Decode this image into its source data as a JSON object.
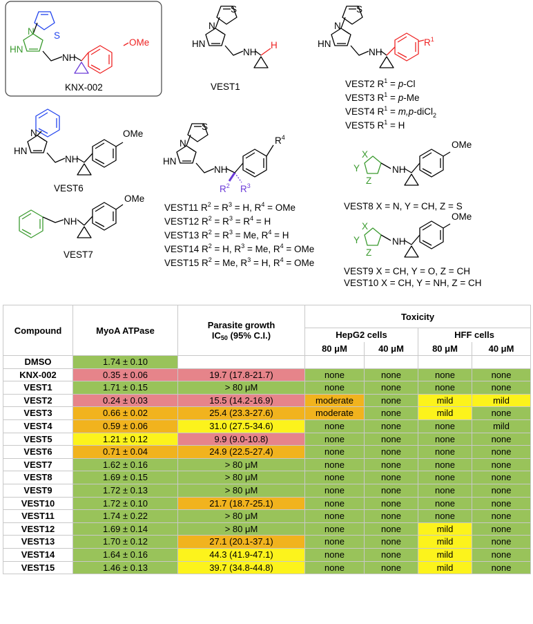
{
  "scheme": {
    "knx002": {
      "label": "KNX-002",
      "ome": "OMe",
      "hn": "HN",
      "n": "N",
      "nh": "NH",
      "s": "S"
    },
    "vest1": {
      "label": "VEST1",
      "hn": "HN",
      "n": "N",
      "nh": "NH",
      "h": "H",
      "s": "S"
    },
    "vest2_5": {
      "hn": "HN",
      "n": "N",
      "nh": "NH",
      "s": "S",
      "r_main": "R",
      "r_sup": "1",
      "lines": [
        {
          "a": "VEST2 R",
          "b": "1",
          "c": " = ",
          "d": "p",
          "e": "-Cl"
        },
        {
          "a": "VEST3 R",
          "b": "1",
          "c": " = ",
          "d": "p",
          "e": "-Me"
        },
        {
          "a": "VEST4 R",
          "b": "1",
          "c": " = ",
          "d": "m,p",
          "e": "-diCl"
        },
        {
          "a": "VEST5 R",
          "b": "1",
          "c": " = H",
          "d": "",
          "e": ""
        }
      ],
      "sub2": "2"
    },
    "vest6": {
      "label": "VEST6",
      "ome": "OMe",
      "hn": "HN",
      "n": "N",
      "nh": "NH"
    },
    "vest7": {
      "label": "VEST7",
      "ome": "OMe",
      "nh": "NH"
    },
    "vest11_15": {
      "hn": "HN",
      "n": "N",
      "nh": "NH",
      "s": "S",
      "r4": "R",
      "r4_sup": "4",
      "r2": "R",
      "r2_sup": "2",
      "r3": "R",
      "r3_sup": "3",
      "lines": [
        [
          "VEST11 R",
          "2",
          " = R",
          "3",
          " = H, R",
          "4",
          " = OMe"
        ],
        [
          "VEST12 R",
          "2",
          " = R",
          "3",
          " = R",
          "4",
          " = H"
        ],
        [
          "VEST13 R",
          "2",
          " = R",
          "3",
          " = Me, R",
          "4",
          " = H"
        ],
        [
          "VEST14 R",
          "2",
          " = H, R",
          "3",
          " = Me, R",
          "4",
          " = OMe"
        ],
        [
          "VEST15 R",
          "2",
          " = Me, R",
          "3",
          " = H, R",
          "4",
          " = OMe"
        ]
      ]
    },
    "vest8": {
      "ome": "OMe",
      "nh": "NH",
      "x": "X",
      "y": "Y",
      "z": "Z",
      "caption": "VEST8 X = N, Y = CH, Z = S"
    },
    "vest9_10": {
      "ome": "OMe",
      "nh": "NH",
      "x": "X",
      "y": "Y",
      "z": "Z",
      "caption1": "VEST9 X = CH, Y = O, Z = CH",
      "caption2": "VEST10 X = CH, Y = NH, Z = CH"
    }
  },
  "table": {
    "headers": {
      "compound": "Compound",
      "myoa": "MyoA ATPase",
      "growth_line1": "Parasite growth",
      "growth_ic": "IC",
      "growth_sub": "50",
      "growth_rest": " (95% C.I.)",
      "toxicity": "Toxicity",
      "hepg2": "HepG2 cells",
      "hff": "HFF cells",
      "hepg2_80": "80 μM",
      "hepg2_40": "40 μM",
      "hff_80": "80 μM",
      "hff_40": "40 μM"
    },
    "rows": [
      {
        "compound": "DMSO",
        "myoa": "1.74 ± 0.10",
        "growth": "",
        "hepg2_80": "",
        "hepg2_40": "",
        "hff_80": "",
        "hff_40": ""
      },
      {
        "compound": "KNX-002",
        "myoa": "0.35 ± 0.06",
        "growth": "19.7 (17.8-21.7)",
        "hepg2_80": "none",
        "hepg2_40": "none",
        "hff_80": "none",
        "hff_40": "none"
      },
      {
        "compound": "VEST1",
        "myoa": "1.71 ± 0.15",
        "growth": "> 80 μM",
        "hepg2_80": "none",
        "hepg2_40": "none",
        "hff_80": "none",
        "hff_40": "none"
      },
      {
        "compound": "VEST2",
        "myoa": "0.24 ± 0.03",
        "growth": "15.5 (14.2-16.9)",
        "hepg2_80": "moderate",
        "hepg2_40": "none",
        "hff_80": "mild",
        "hff_40": "mild"
      },
      {
        "compound": "VEST3",
        "myoa": "0.66 ± 0.02",
        "growth": "25.4 (23.3-27.6)",
        "hepg2_80": "moderate",
        "hepg2_40": "none",
        "hff_80": "mild",
        "hff_40": "none"
      },
      {
        "compound": "VEST4",
        "myoa": "0.59 ± 0.06",
        "growth": "31.0 (27.5-34.6)",
        "hepg2_80": "none",
        "hepg2_40": "none",
        "hff_80": "none",
        "hff_40": "mild"
      },
      {
        "compound": "VEST5",
        "myoa": "1.21 ± 0.12",
        "growth": "9.9 (9.0-10.8)",
        "hepg2_80": "none",
        "hepg2_40": "none",
        "hff_80": "none",
        "hff_40": "none"
      },
      {
        "compound": "VEST6",
        "myoa": "0.71 ± 0.04",
        "growth": "24.9 (22.5-27.4)",
        "hepg2_80": "none",
        "hepg2_40": "none",
        "hff_80": "none",
        "hff_40": "none"
      },
      {
        "compound": "VEST7",
        "myoa": "1.62 ± 0.16",
        "growth": "> 80 μM",
        "hepg2_80": "none",
        "hepg2_40": "none",
        "hff_80": "none",
        "hff_40": "none"
      },
      {
        "compound": "VEST8",
        "myoa": "1.69 ± 0.15",
        "growth": "> 80 μM",
        "hepg2_80": "none",
        "hepg2_40": "none",
        "hff_80": "none",
        "hff_40": "none"
      },
      {
        "compound": "VEST9",
        "myoa": "1.72 ± 0.13",
        "growth": "> 80 μM",
        "hepg2_80": "none",
        "hepg2_40": "none",
        "hff_80": "none",
        "hff_40": "none"
      },
      {
        "compound": "VEST10",
        "myoa": "1.72 ± 0.10",
        "growth": "21.7 (18.7-25.1)",
        "hepg2_80": "none",
        "hepg2_40": "none",
        "hff_80": "none",
        "hff_40": "none"
      },
      {
        "compound": "VEST11",
        "myoa": "1.74 ± 0.22",
        "growth": "> 80 μM",
        "hepg2_80": "none",
        "hepg2_40": "none",
        "hff_80": "none",
        "hff_40": "none"
      },
      {
        "compound": "VEST12",
        "myoa": "1.69 ± 0.14",
        "growth": "> 80 μM",
        "hepg2_80": "none",
        "hepg2_40": "none",
        "hff_80": "mild",
        "hff_40": "none"
      },
      {
        "compound": "VEST13",
        "myoa": "1.70 ± 0.12",
        "growth": "27.1 (20.1-37.1)",
        "hepg2_80": "none",
        "hepg2_40": "none",
        "hff_80": "mild",
        "hff_40": "none"
      },
      {
        "compound": "VEST14",
        "myoa": "1.64 ± 0.16",
        "growth": "44.3 (41.9-47.1)",
        "hepg2_80": "none",
        "hepg2_40": "none",
        "hff_80": "mild",
        "hff_40": "none"
      },
      {
        "compound": "VEST15",
        "myoa": "1.46 ± 0.13",
        "growth": "39.7 (34.8-44.8)",
        "hepg2_80": "none",
        "hepg2_40": "none",
        "hff_80": "mild",
        "hff_40": "none"
      }
    ]
  },
  "colors": {
    "green": "#99c35a",
    "red": "#e6848a",
    "orange": "#f1b31e",
    "yellow": "#fcf31c",
    "pyrazole": "#3a9a2e",
    "thiophene": "#2244ee",
    "aryl": "#ee2222",
    "cyclopropyl": "#6a3ad8"
  }
}
